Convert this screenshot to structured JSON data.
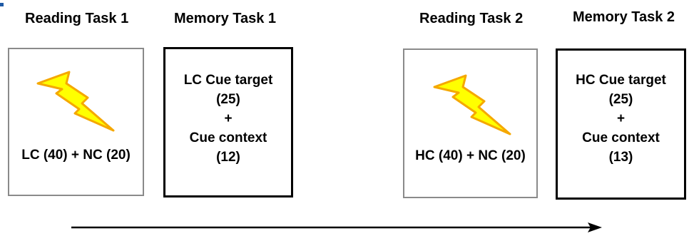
{
  "colors": {
    "bolt_fill": "#ffff00",
    "bolt_stroke": "#f5a800",
    "reading_border": "#8a8a8a",
    "memory_border": "#000000"
  },
  "icons": {
    "lightning": "lightning-icon",
    "arrow": "arrow-right-icon"
  },
  "reading_task_1": {
    "heading": "Reading Task 1",
    "label": "LC (40) + NC (20)"
  },
  "memory_task_1": {
    "heading": "Memory Task 1",
    "line1": "LC Cue target",
    "line2": "(25)",
    "line3": "+",
    "line4": "Cue context",
    "line5": "(12)"
  },
  "reading_task_2": {
    "heading": "Reading Task 2",
    "label": "HC (40) + NC (20)"
  },
  "memory_task_2": {
    "heading": "Memory Task 2",
    "line1": "HC Cue target",
    "line2": "(25)",
    "line3": "+",
    "line4": "Cue context",
    "line5": "(13)"
  }
}
